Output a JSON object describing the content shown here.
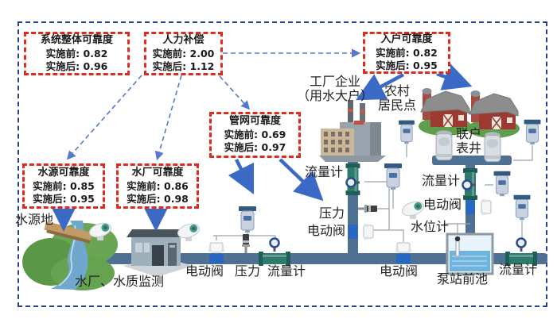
{
  "stat_boxes": [
    {
      "title": "系统整体可靠度",
      "rows": [
        {
          "label": "实施前:",
          "value": "0.82"
        },
        {
          "label": "实施后:",
          "value": "0.96"
        }
      ]
    },
    {
      "title": "人力补偿",
      "rows": [
        {
          "label": "实施前:",
          "value": "2.00"
        },
        {
          "label": "实施后:",
          "value": "1.12"
        }
      ]
    },
    {
      "title": "入户可靠度",
      "rows": [
        {
          "label": "实施前:",
          "value": "0.82"
        },
        {
          "label": "实施后:",
          "value": "0.95"
        }
      ]
    },
    {
      "title": "管网可靠度",
      "rows": [
        {
          "label": "实施前:",
          "value": "0.69"
        },
        {
          "label": "实施后:",
          "value": "0.97"
        }
      ]
    },
    {
      "title": "水源可靠度",
      "rows": [
        {
          "label": "实施前:",
          "value": "0.85"
        },
        {
          "label": "实施后:",
          "value": "0.95"
        }
      ]
    },
    {
      "title": "水厂可靠度",
      "rows": [
        {
          "label": "实施前:",
          "value": "0.86"
        },
        {
          "label": "实施后:",
          "value": "0.98"
        }
      ]
    }
  ],
  "labels": {
    "water_source": "水源地",
    "plant_monitor": "水厂、水质监测",
    "valve_bottom_left": "电动阀",
    "pressure_bottom": "压力",
    "flow_bottom": "流量计",
    "flow_center": "流量计",
    "pressure_center": "压力",
    "valve_center": "电动阀",
    "factory_line1": "工厂企业",
    "factory_line2": "（用水大户）",
    "village_line1": "农村",
    "village_line2": "居民点",
    "shared_well_line1": "联户",
    "shared_well_line2": "表井",
    "flow_right": "流量计",
    "valve_right": "电动阀",
    "level_meter": "水位计",
    "valve_bottom_right": "电动阀",
    "forebay": "泵站前池",
    "flow_far_right": "流量计"
  },
  "icons": [
    "factory-icon",
    "barn-icon",
    "water-source-icon",
    "water-plant-icon",
    "flowmeter-icon",
    "valve-icon",
    "pressure-sensor-icon",
    "rtu-meter-icon",
    "camera-icon",
    "forebay-tank-icon",
    "level-sensor-icon"
  ],
  "colors": {
    "box_border": "#e02a1e",
    "outer_border": "#2c3f8c",
    "arrow": "#3a6ac5",
    "dashed_line": "#5578cc",
    "pipe": "#4d7093",
    "flowmeter": "#2e7a6d",
    "valve": "#2668c4",
    "text": "#1a1a1a",
    "tank_water": "#6fb4de"
  }
}
